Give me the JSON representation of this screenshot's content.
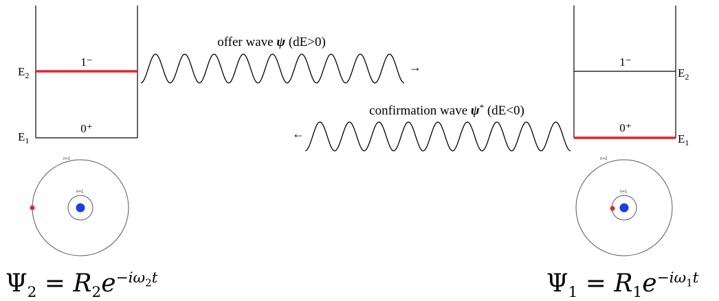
{
  "left": {
    "upper_level": {
      "label": "1⁻",
      "energy": "E",
      "energy_sub": "2"
    },
    "lower_level": {
      "label": "0⁺",
      "energy": "E",
      "energy_sub": "1"
    },
    "atom": {
      "outer_orbit": "n=2",
      "inner_orbit": "n=1",
      "electron_orbit": "n=2"
    },
    "equation": {
      "psi": "Ψ",
      "psi_sub": "2",
      "equals": " = ",
      "R": "R",
      "R_sub": "2",
      "e": "e",
      "exp": "−iω",
      "exp_sub": "2",
      "exp_t": "t"
    }
  },
  "right": {
    "upper_level": {
      "label": "1⁻",
      "energy": "E",
      "energy_sub": "2"
    },
    "lower_level": {
      "label": "0⁺",
      "energy": "E",
      "energy_sub": "1"
    },
    "atom": {
      "outer_orbit": "n=2",
      "inner_orbit": "n=1",
      "electron_orbit": "n=1"
    },
    "equation": {
      "psi": "Ψ",
      "psi_sub": "1",
      "equals": " = ",
      "R": "R",
      "R_sub": "1",
      "e": "e",
      "exp": "−iω",
      "exp_sub": "1",
      "exp_t": "t"
    }
  },
  "offer_wave": {
    "text": "offer wave ",
    "symbol": "ψ",
    "condition": " (dE>0)",
    "arrow": "→"
  },
  "confirmation_wave": {
    "text": "confirmation wave ",
    "symbol": "ψ",
    "star": "*",
    "condition": " (dE<0)",
    "arrow": "←"
  },
  "colors": {
    "excited_level": "#e8222a",
    "electron": "#e8222a",
    "nucleus": "#1a3ee8",
    "line": "#000000"
  }
}
